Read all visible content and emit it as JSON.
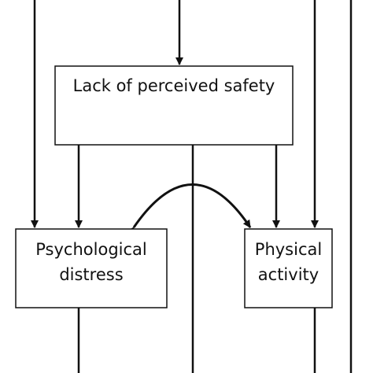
{
  "diagram": {
    "nodes": [
      {
        "id": "safety",
        "label": "Lack of perceived safety"
      },
      {
        "id": "distress",
        "label": "Psychological\ndistress"
      },
      {
        "id": "activity",
        "label": "Physical\nactivity"
      }
    ],
    "edges": [
      {
        "from": "(above)",
        "to": "safety",
        "type": "arrow"
      },
      {
        "from": "(above)",
        "to": "distress",
        "type": "arrow"
      },
      {
        "from": "safety",
        "to": "distress",
        "type": "arrow"
      },
      {
        "from": "safety",
        "to": "activity",
        "type": "arrow"
      },
      {
        "from": "(above)",
        "to": "activity",
        "type": "arrow"
      },
      {
        "from": "distress",
        "to": "activity",
        "type": "bidirectional-curve"
      }
    ],
    "colors": {
      "line": "#111111",
      "box_border": "#111111",
      "box_fill": "#ffffff",
      "text": "#111111"
    }
  }
}
